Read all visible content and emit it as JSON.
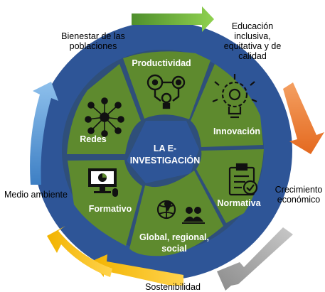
{
  "center": {
    "line1": "LA E-",
    "line2": "INVESTIGACIÓN"
  },
  "segments": {
    "productividad": "Productividad",
    "innovacion": "Innovación",
    "normativa": "Normativa",
    "global_line1": "Global, regional,",
    "global_line2": "social",
    "formativo": "Formativo",
    "redes": "Redes"
  },
  "outer_labels": {
    "bienestar": "Bienestar de las\npoblaciones",
    "educacion": "Educación\ninclusiva,\nequitativa y de\ncalidad",
    "crecimiento": "Crecimiento\neconómico",
    "sostenibilidad": "Sostenibilidad",
    "medio_ambiente": "Medio ambiente"
  },
  "colors": {
    "ring": "#2e5597",
    "segment": "#5e8a2e",
    "center": "#2e5597",
    "arrow_green": "#70ad47",
    "arrow_orange": "#ed7d31",
    "arrow_gray": "#a5a5a5",
    "arrow_yellow": "#ffc000",
    "arrow_blue": "#5b9bd5"
  }
}
